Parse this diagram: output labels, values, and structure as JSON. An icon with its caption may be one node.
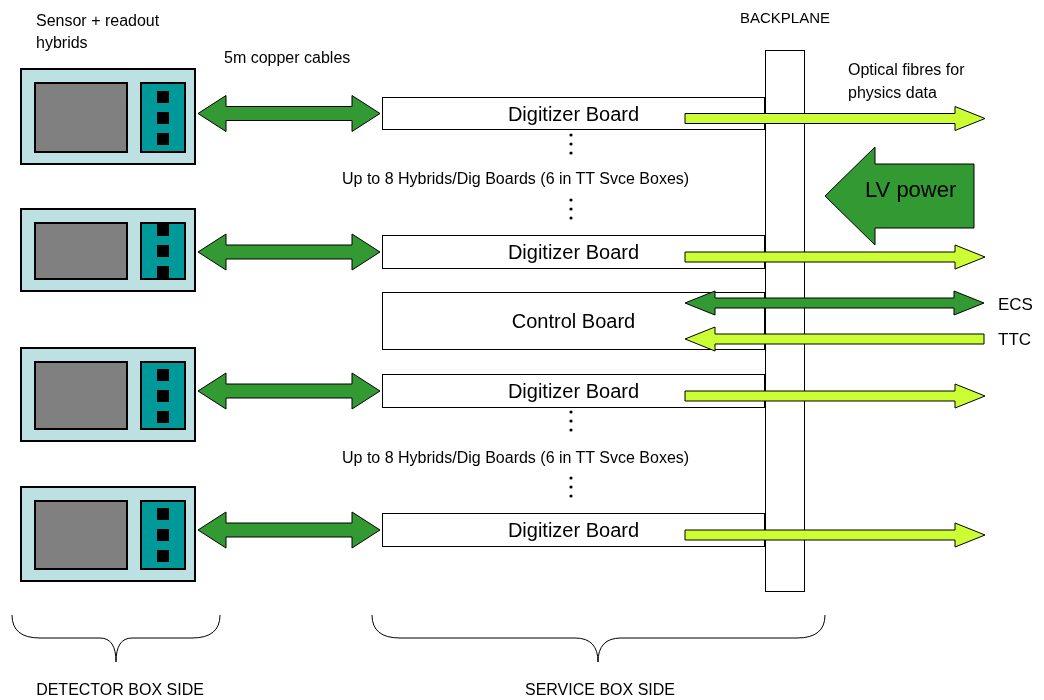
{
  "diagram": {
    "nodes": [
      {
        "text": [
          "BACKPLANE"
        ]
      },
      {
        "text": [],
        "shape": "box"
      },
      {
        "text": [],
        "shape": "box"
      },
      {
        "text": [],
        "shape": "box"
      },
      {
        "text": [],
        "shape": "box"
      },
      {
        "text": [
          "Digitizer Board"
        ]
      },
      {
        "text": [
          "Digitizer Board"
        ]
      },
      {
        "text": [
          "Control Board"
        ]
      },
      {
        "text": [
          "Digitizer Board"
        ]
      },
      {
        "text": [
          "Digitizer Board"
        ]
      },
      {
        "text": [
          "LV power"
        ]
      },
      {
        "text": [
          "ECS"
        ]
      },
      {
        "text": [
          "TTC"
        ]
      }
    ],
    "edges": [
      {
        "from": 1,
        "to": 5,
        "arrow": "both"
      },
      {
        "from": 2,
        "to": 6,
        "arrow": "both"
      },
      {
        "from": 3,
        "to": 8,
        "arrow": "both"
      },
      {
        "from": 4,
        "to": 9,
        "arrow": "both"
      },
      {
        "from": 5,
        "to": null,
        "arrow": "to",
        "color": "#ccff33"
      },
      {
        "from": 6,
        "to": null,
        "arrow": "to",
        "color": "#ccff33"
      },
      {
        "from": 7,
        "to": 11,
        "arrow": "both"
      },
      {
        "from": 12,
        "to": 7,
        "arrow": "to",
        "color": "#ccff33"
      },
      {
        "from": 8,
        "to": null,
        "arrow": "to",
        "color": "#ccff33"
      },
      {
        "from": 9,
        "to": null,
        "arrow": "to",
        "color": "#ccff33"
      }
    ],
    "labels": [
      "Sensor + readout hybrids",
      "5m copper cables",
      "Optical fibres for physics data",
      "Up to 8 Hybrids/Dig Boards (6 in TT Svce Boxes)",
      "Up to 8 Hybrids/Dig Boards (6 in TT Svce Boxes)",
      "DETECTOR BOX SIDE",
      "SERVICE BOX SIDE"
    ]
  }
}
